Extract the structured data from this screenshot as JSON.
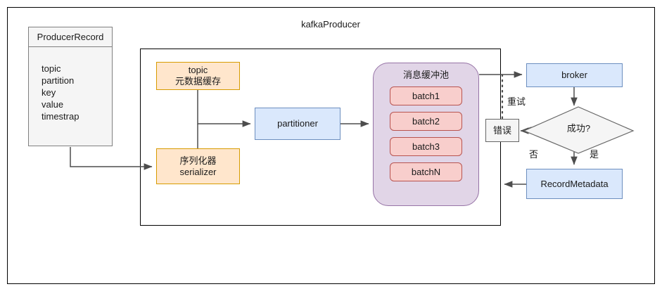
{
  "diagram": {
    "title": "kafkaProducer",
    "producer_record": {
      "header": "ProducerRecord",
      "fields": [
        "topic",
        "partition",
        "key",
        "value",
        "timestrap"
      ]
    },
    "nodes": {
      "topic_metadata_line1": "topic",
      "topic_metadata_line2": "元数据缓存",
      "serializer_line1": "序列化器",
      "serializer_line2": "serializer",
      "partitioner": "partitioner",
      "buffer_pool_title": "消息缓冲池",
      "batches": [
        "batch1",
        "batch2",
        "batch3",
        "batchN"
      ],
      "broker": "broker",
      "error": "错误",
      "success_decision": "成功?",
      "record_metadata": "RecordMetadata"
    },
    "edge_labels": {
      "retry": "重试",
      "no": "否",
      "yes": "是"
    },
    "colors": {
      "orange_fill": "#ffe6cc",
      "orange_stroke": "#d79b00",
      "blue_fill": "#dae8fc",
      "blue_stroke": "#6c8ebf",
      "purple_fill": "#e1d5e7",
      "purple_stroke": "#9673a6",
      "pink_fill": "#f8cecc",
      "pink_stroke": "#b85450",
      "gray_fill": "#f5f5f5",
      "gray_stroke": "#666666",
      "frame_stroke": "#000000",
      "arrow_stroke": "#4d4d4d"
    }
  }
}
